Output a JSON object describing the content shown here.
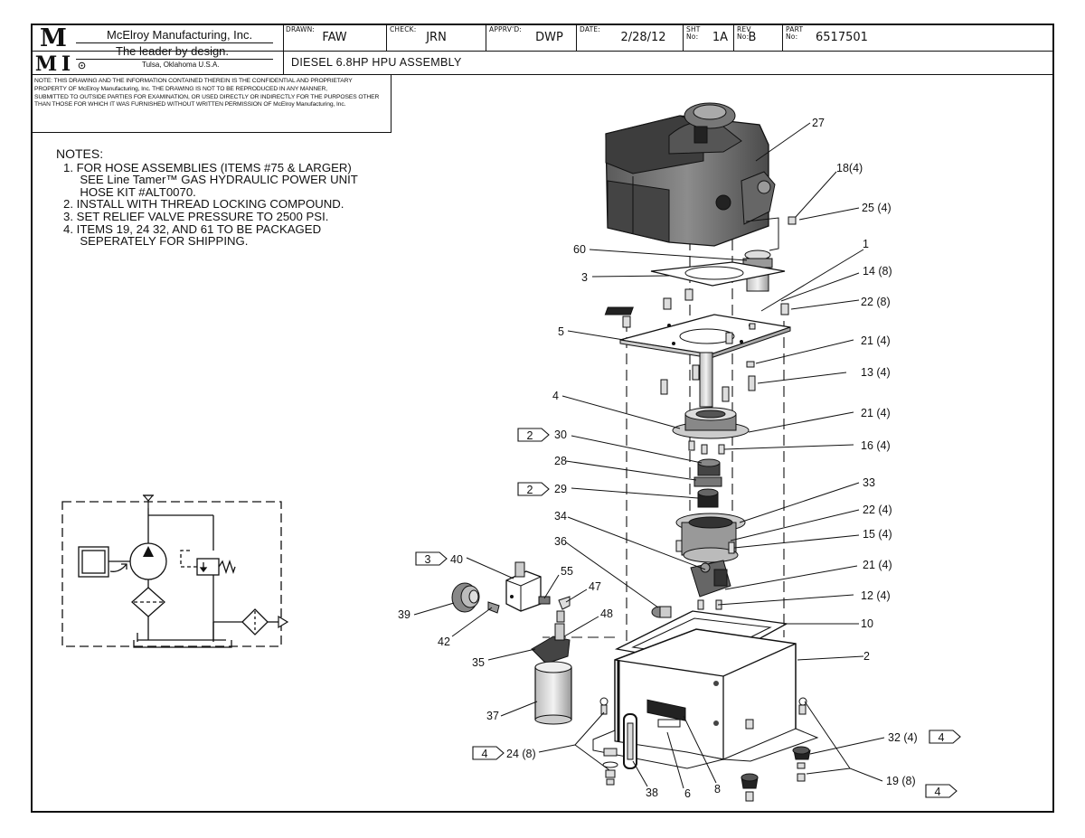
{
  "title_block": {
    "logo_letters": [
      "M",
      "M",
      "I"
    ],
    "company": "McElroy Manufacturing, Inc.",
    "slogan": "The leader by design.",
    "location": "Tulsa, Oklahoma U.S.A.",
    "drawn_label": "DRAWN:",
    "drawn_value": "FAW",
    "check_label": "CHECK:",
    "check_value": "JRN",
    "approved_label": "APPRV'D:",
    "approved_value": "DWP",
    "date_label": "DATE:",
    "date_value": "2/28/12",
    "sheet_label_1": "SHT",
    "sheet_label_2": "No:",
    "sheet_value": "1A",
    "rev_label_1": "REV",
    "rev_label_2": "No:",
    "rev_value": "B",
    "part_label_1": "PART",
    "part_label_2": "No:",
    "part_value": "6517501",
    "drawing_title": "DIESEL 6.8HP HPU ASSEMBLY"
  },
  "confidential_notice": [
    "NOTE: THIS DRAWING AND THE INFORMATION CONTAINED THEREIN IS THE CONFIDENTIAL AND PROPRIETARY",
    "PROPERTY OF McElroy Manufacturing, Inc. THE DRAWING IS NOT TO BE REPRODUCED IN ANY MANNER,",
    "SUBMITTED TO OUTSIDE PARTIES FOR EXAMINATION, OR USED DIRECTLY OR INDIRECTLY FOR THE PURPOSES OTHER",
    "THAN THOSE FOR WHICH IT WAS FURNISHED WITHOUT WRITTEN PERMISSION OF McElroy Manufacturing, Inc."
  ],
  "notes": {
    "heading": "NOTES:",
    "lines": [
      "1.  FOR HOSE ASSEMBLIES (ITEMS #75 & LARGER)",
      "     SEE Line Tamer™ GAS HYDRAULIC POWER UNIT",
      "     HOSE KIT #ALT0070.",
      "2.  INSTALL WITH THREAD LOCKING COMPOUND.",
      "3.  SET RELIEF VALVE PRESSURE TO 2500 PSI.",
      "4.  ITEMS 19, 24 32, AND 61 TO BE PACKAGED",
      "     SEPERATELY FOR SHIPPING."
    ]
  },
  "callouts": {
    "c27": "27",
    "c18": "18(4)",
    "c25": "25 (4)",
    "c1": "1",
    "c60": "60",
    "c3": "3",
    "c14": "14 (8)",
    "c22a": "22 (8)",
    "c5": "5",
    "c21a": "21 (4)",
    "c13": "13 (4)",
    "c4": "4",
    "c21b": "21 (4)",
    "c30": "30",
    "c16": "16 (4)",
    "c28": "28",
    "c29": "29",
    "c33": "33",
    "c22b": "22 (4)",
    "c34": "34",
    "c15": "15 (4)",
    "c36": "36",
    "c40": "40",
    "c55": "55",
    "c21c": "21 (4)",
    "c47": "47",
    "c12": "12 (4)",
    "c39": "39",
    "c48": "48",
    "c10": "10",
    "c42": "42",
    "c35": "35",
    "c2": "2",
    "c37": "37",
    "c32": "32 (4)",
    "c24": "24 (8)",
    "c19": "19 (8)",
    "c38": "38",
    "c6": "6",
    "c8": "8"
  },
  "note_flags": {
    "f30": "2",
    "f29": "2",
    "f40": "3",
    "f24": "4",
    "f32": "4",
    "f19": "4"
  }
}
